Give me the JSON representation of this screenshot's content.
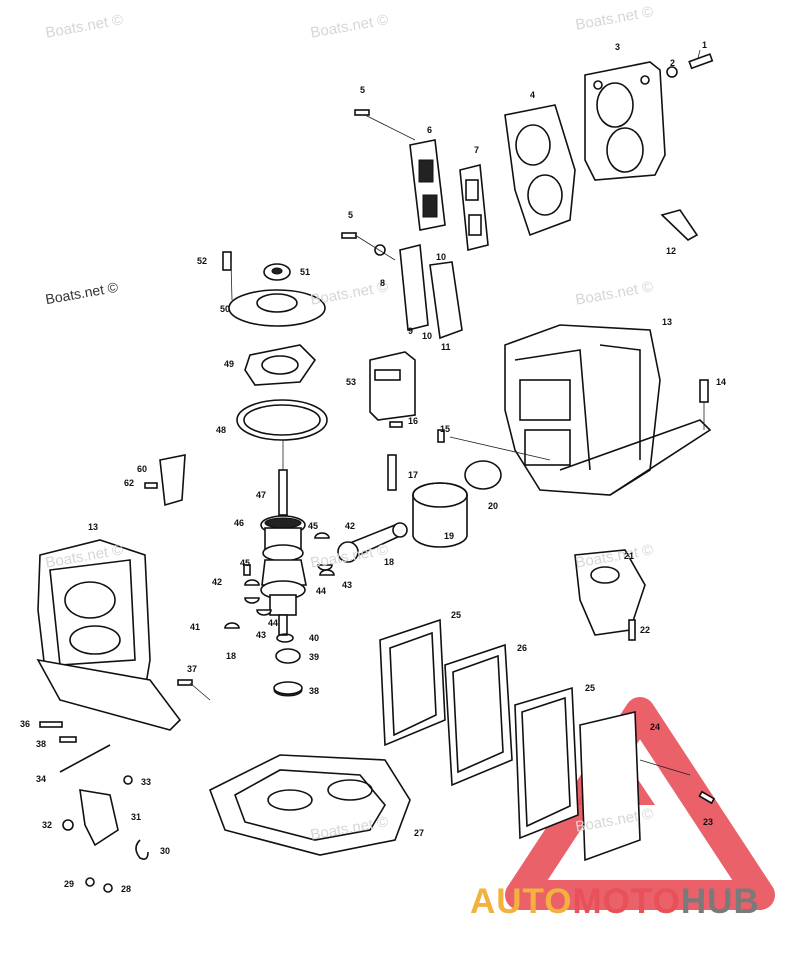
{
  "watermarks": {
    "site": "Boats.net ©",
    "brand": {
      "part1": "AUTO",
      "part2": "MOTO",
      "part3": "HUB"
    }
  },
  "colors": {
    "brand_orange": "#f3b13e",
    "brand_red": "#e8505a",
    "brand_gray": "#7a7a7a",
    "logo_triangle": "#e8505a"
  },
  "callouts": {
    "c1": "1",
    "c2": "2",
    "c3": "3",
    "c4": "4",
    "c5a": "5",
    "c5b": "5",
    "c6": "6",
    "c7": "7",
    "c8": "8",
    "c9": "9",
    "c10a": "10",
    "c10b": "10",
    "c11": "11",
    "c12": "12",
    "c13a": "13",
    "c13b": "13",
    "c14": "14",
    "c15": "15",
    "c16": "16",
    "c17": "17",
    "c18a": "18",
    "c18b": "18",
    "c19": "19",
    "c20": "20",
    "c21": "21",
    "c22": "22",
    "c23": "23",
    "c24": "24",
    "c25a": "25",
    "c25b": "25",
    "c26": "26",
    "c27": "27",
    "c28": "28",
    "c29": "29",
    "c30": "30",
    "c31": "31",
    "c32": "32",
    "c33": "33",
    "c34": "34",
    "c36": "36",
    "c37": "37",
    "c38": "38",
    "c39a": "39",
    "c39b": "38",
    "c40": "40",
    "c41": "41",
    "c42a": "42",
    "c42b": "42",
    "c43a": "43",
    "c43b": "43",
    "c44a": "44",
    "c44b": "44",
    "c45a": "45",
    "c45b": "45",
    "c46": "46",
    "c47": "47",
    "c48": "48",
    "c49": "49",
    "c50": "50",
    "c51": "51",
    "c52": "52",
    "c53": "53",
    "c60": "60",
    "c62": "62"
  }
}
